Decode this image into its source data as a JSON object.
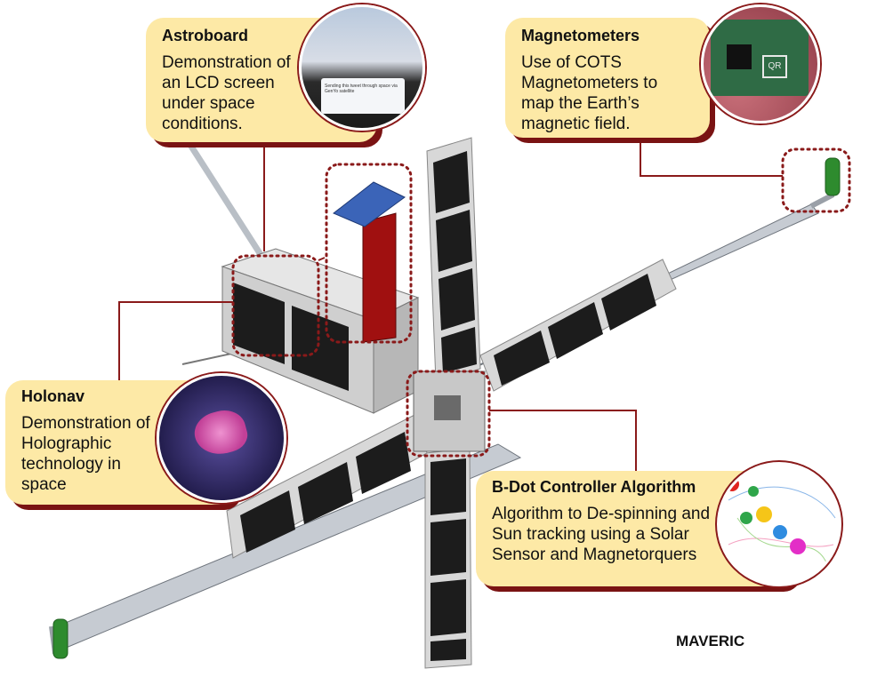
{
  "callouts": {
    "astroboard": {
      "title": "Astroboard",
      "body": "Demonstration of an LCD screen under space conditions.",
      "photo_caption": "Sending this tweet through space via GenYo satellite"
    },
    "magnetometers": {
      "title": "Magnetometers",
      "body": "Use of COTS Magnetometers to map the Earth’s magnetic field.",
      "chip_label": "QR"
    },
    "holonav": {
      "title": "Holonav",
      "body": "Demonstration of Holographic technology in space"
    },
    "bdot": {
      "title": "B-Dot Controller Algorithm",
      "body": "Algorithm to De-spinning and Sun tracking using  a Solar Sensor and Magnetorquers"
    }
  },
  "mission_label": "MAVERIC",
  "colors": {
    "callout_fill": "#fde9a6",
    "callout_shadow": "#7a1313",
    "leader_line": "#8a1a1a",
    "solar_cell": "#1c1c1c",
    "frame": "#d8d8d8",
    "strip": "#a01010",
    "antenna_tip": "#2e8b2e"
  }
}
